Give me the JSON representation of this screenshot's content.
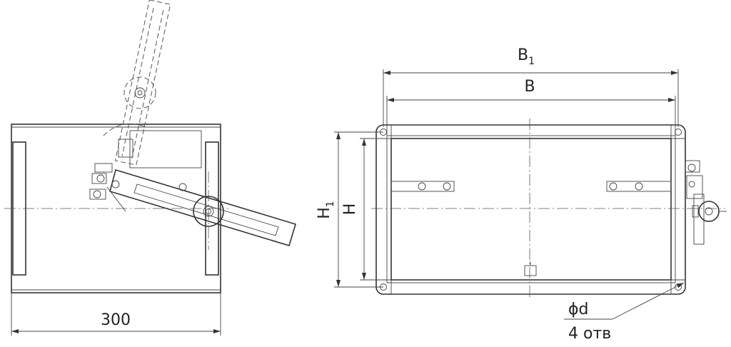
{
  "dimensions": {
    "length": "300",
    "b1": "B",
    "b1_sub": "1",
    "b": "B",
    "h1": "H",
    "h1_sub": "1",
    "h": "H",
    "hole_dia": "ϕd",
    "hole_count": "4 отв"
  }
}
